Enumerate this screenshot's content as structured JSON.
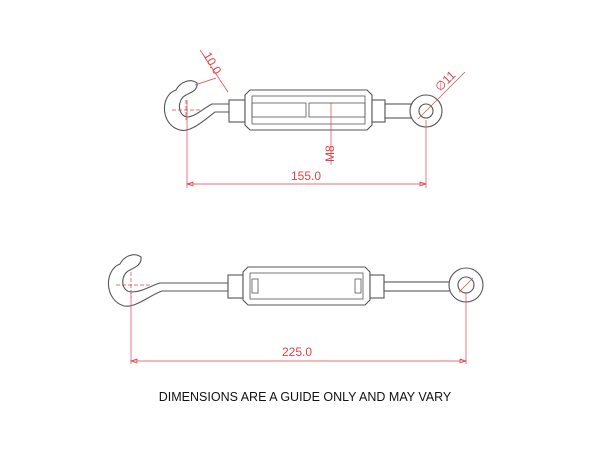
{
  "drawing": {
    "top_turnbuckle": {
      "hook_width_label": "10.0",
      "eye_diameter_label": "∅11",
      "thread_label": "M8",
      "length_label": "155.0"
    },
    "bottom_turnbuckle": {
      "length_label": "225.0"
    },
    "colors": {
      "outline": "#555555",
      "dimension": "#e0424a"
    }
  },
  "caption": "DIMENSIONS ARE A GUIDE ONLY AND MAY VARY"
}
